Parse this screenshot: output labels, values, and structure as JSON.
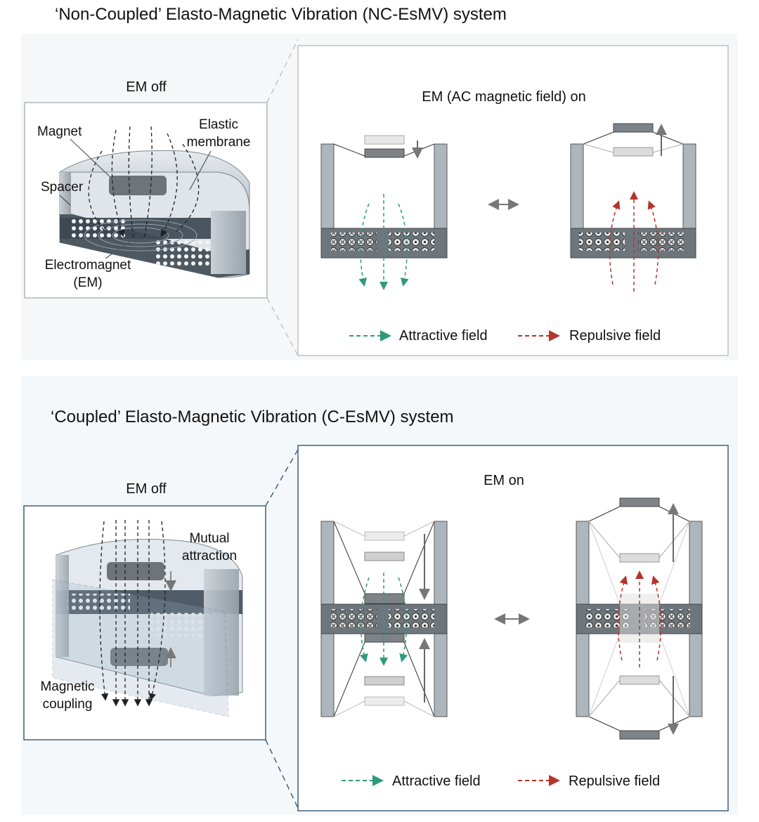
{
  "nc": {
    "title": "‘Non-Coupled’ Elasto-Magnetic Vibration (NC-EsMV) system",
    "em_off": "EM off",
    "em_on": "EM (AC magnetic field) on",
    "labels": {
      "magnet": "Magnet",
      "elastic_1": "Elastic",
      "elastic_2": "membrane",
      "spacer": "Spacer",
      "electromagnet_1": "Electromagnet",
      "electromagnet_2": "(EM)"
    },
    "legend": {
      "attractive": "Attractive field",
      "repulsive": "Repulsive field"
    }
  },
  "c": {
    "title": "‘Coupled’ Elasto-Magnetic Vibration (C-EsMV) system",
    "em_off": "EM off",
    "em_on": "EM on",
    "labels": {
      "mutual_1": "Mutual",
      "mutual_2": "attraction",
      "coupling_1": "Magnetic",
      "coupling_2": "coupling"
    },
    "legend": {
      "attractive": "Attractive field",
      "repulsive": "Repulsive field"
    }
  },
  "colors": {
    "attractive": "#2e9a7c",
    "repulsive": "#b3352b",
    "frame": "#4a6a8a",
    "wall": "#aeb6bd",
    "coil": "#6e767d",
    "magnet": "#6f7479"
  }
}
